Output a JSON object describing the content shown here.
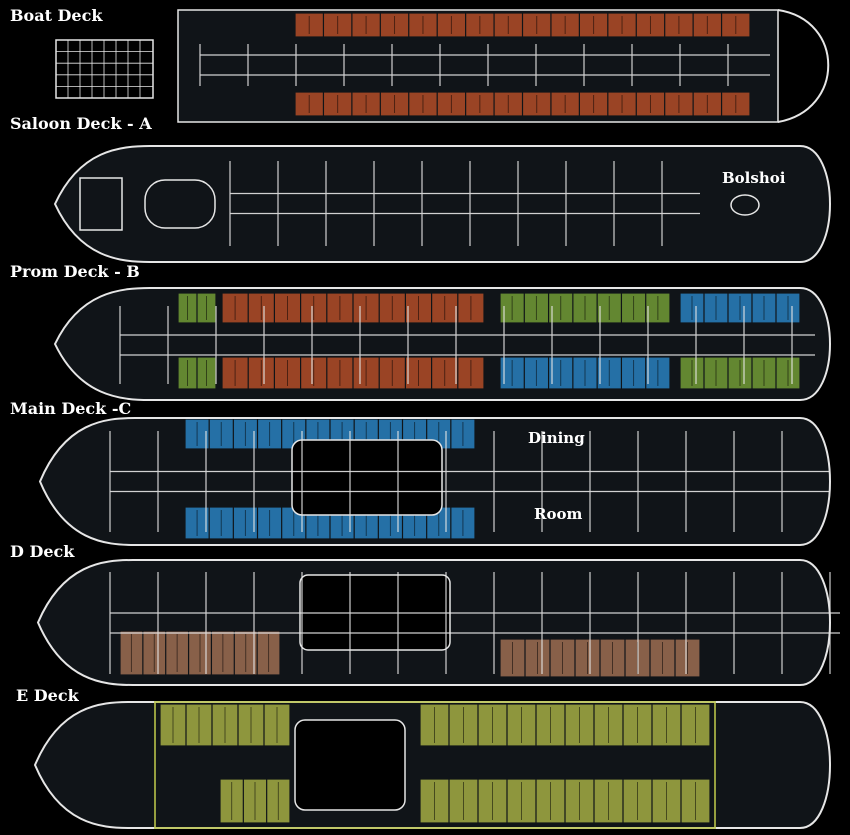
{
  "decks": [
    {
      "name": "Boat Deck"
    },
    {
      "name": "Saloon Deck - A"
    },
    {
      "name": "Prom Deck - B"
    },
    {
      "name": "Main Deck -C"
    },
    {
      "name": "D Deck"
    },
    {
      "name": "E Deck"
    }
  ],
  "room_labels": {
    "bolshoi": "Bolshoi",
    "dining": "Dining",
    "room": "Room"
  },
  "colors": {
    "background": "#000000",
    "outline": "#e6e6e6",
    "cabin_orange": "#c8552a",
    "cabin_green": "#7fae3a",
    "cabin_blue": "#2c8fd6",
    "cabin_tan": "#b07a5a",
    "cabin_yellow": "#b8c24a",
    "deck_fill": "#101418"
  }
}
